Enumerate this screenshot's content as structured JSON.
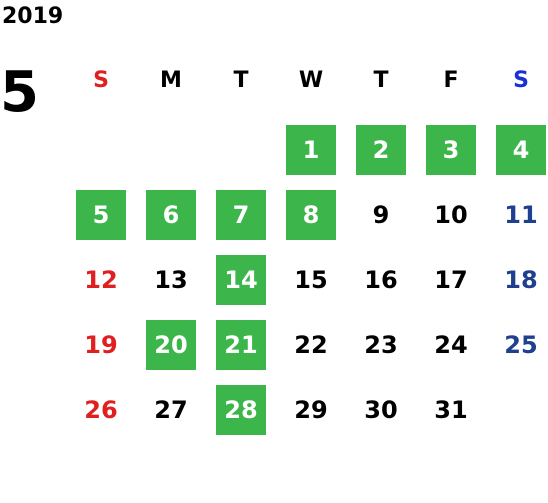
{
  "calendar": {
    "year": "2019",
    "month": "5",
    "weekdays": [
      {
        "label": "S",
        "color": "#e02020"
      },
      {
        "label": "M",
        "color": "#000000"
      },
      {
        "label": "T",
        "color": "#000000"
      },
      {
        "label": "W",
        "color": "#000000"
      },
      {
        "label": "T",
        "color": "#000000"
      },
      {
        "label": "F",
        "color": "#000000"
      },
      {
        "label": "S",
        "color": "#1a2fd6"
      }
    ],
    "colors": {
      "highlight_bg": "#3cb54a",
      "highlight_text": "#ffffff",
      "sunday": "#e02020",
      "saturday": "#1f3f8f",
      "weekday": "#000000"
    },
    "days": [
      {
        "label": "1",
        "highlighted": true
      },
      {
        "label": "2",
        "highlighted": true
      },
      {
        "label": "3",
        "highlighted": true
      },
      {
        "label": "4",
        "highlighted": true
      },
      {
        "label": "5",
        "highlighted": true
      },
      {
        "label": "6",
        "highlighted": true
      },
      {
        "label": "7",
        "highlighted": true
      },
      {
        "label": "8",
        "highlighted": true
      },
      {
        "label": "9",
        "highlighted": false
      },
      {
        "label": "10",
        "highlighted": false
      },
      {
        "label": "11",
        "highlighted": false
      },
      {
        "label": "12",
        "highlighted": false
      },
      {
        "label": "13",
        "highlighted": false
      },
      {
        "label": "14",
        "highlighted": true
      },
      {
        "label": "15",
        "highlighted": false
      },
      {
        "label": "16",
        "highlighted": false
      },
      {
        "label": "17",
        "highlighted": false
      },
      {
        "label": "18",
        "highlighted": false
      },
      {
        "label": "19",
        "highlighted": false
      },
      {
        "label": "20",
        "highlighted": true
      },
      {
        "label": "21",
        "highlighted": true
      },
      {
        "label": "22",
        "highlighted": false
      },
      {
        "label": "23",
        "highlighted": false
      },
      {
        "label": "24",
        "highlighted": false
      },
      {
        "label": "25",
        "highlighted": false
      },
      {
        "label": "26",
        "highlighted": false
      },
      {
        "label": "27",
        "highlighted": false
      },
      {
        "label": "28",
        "highlighted": true
      },
      {
        "label": "29",
        "highlighted": false
      },
      {
        "label": "30",
        "highlighted": false
      },
      {
        "label": "31",
        "highlighted": false
      }
    ]
  }
}
